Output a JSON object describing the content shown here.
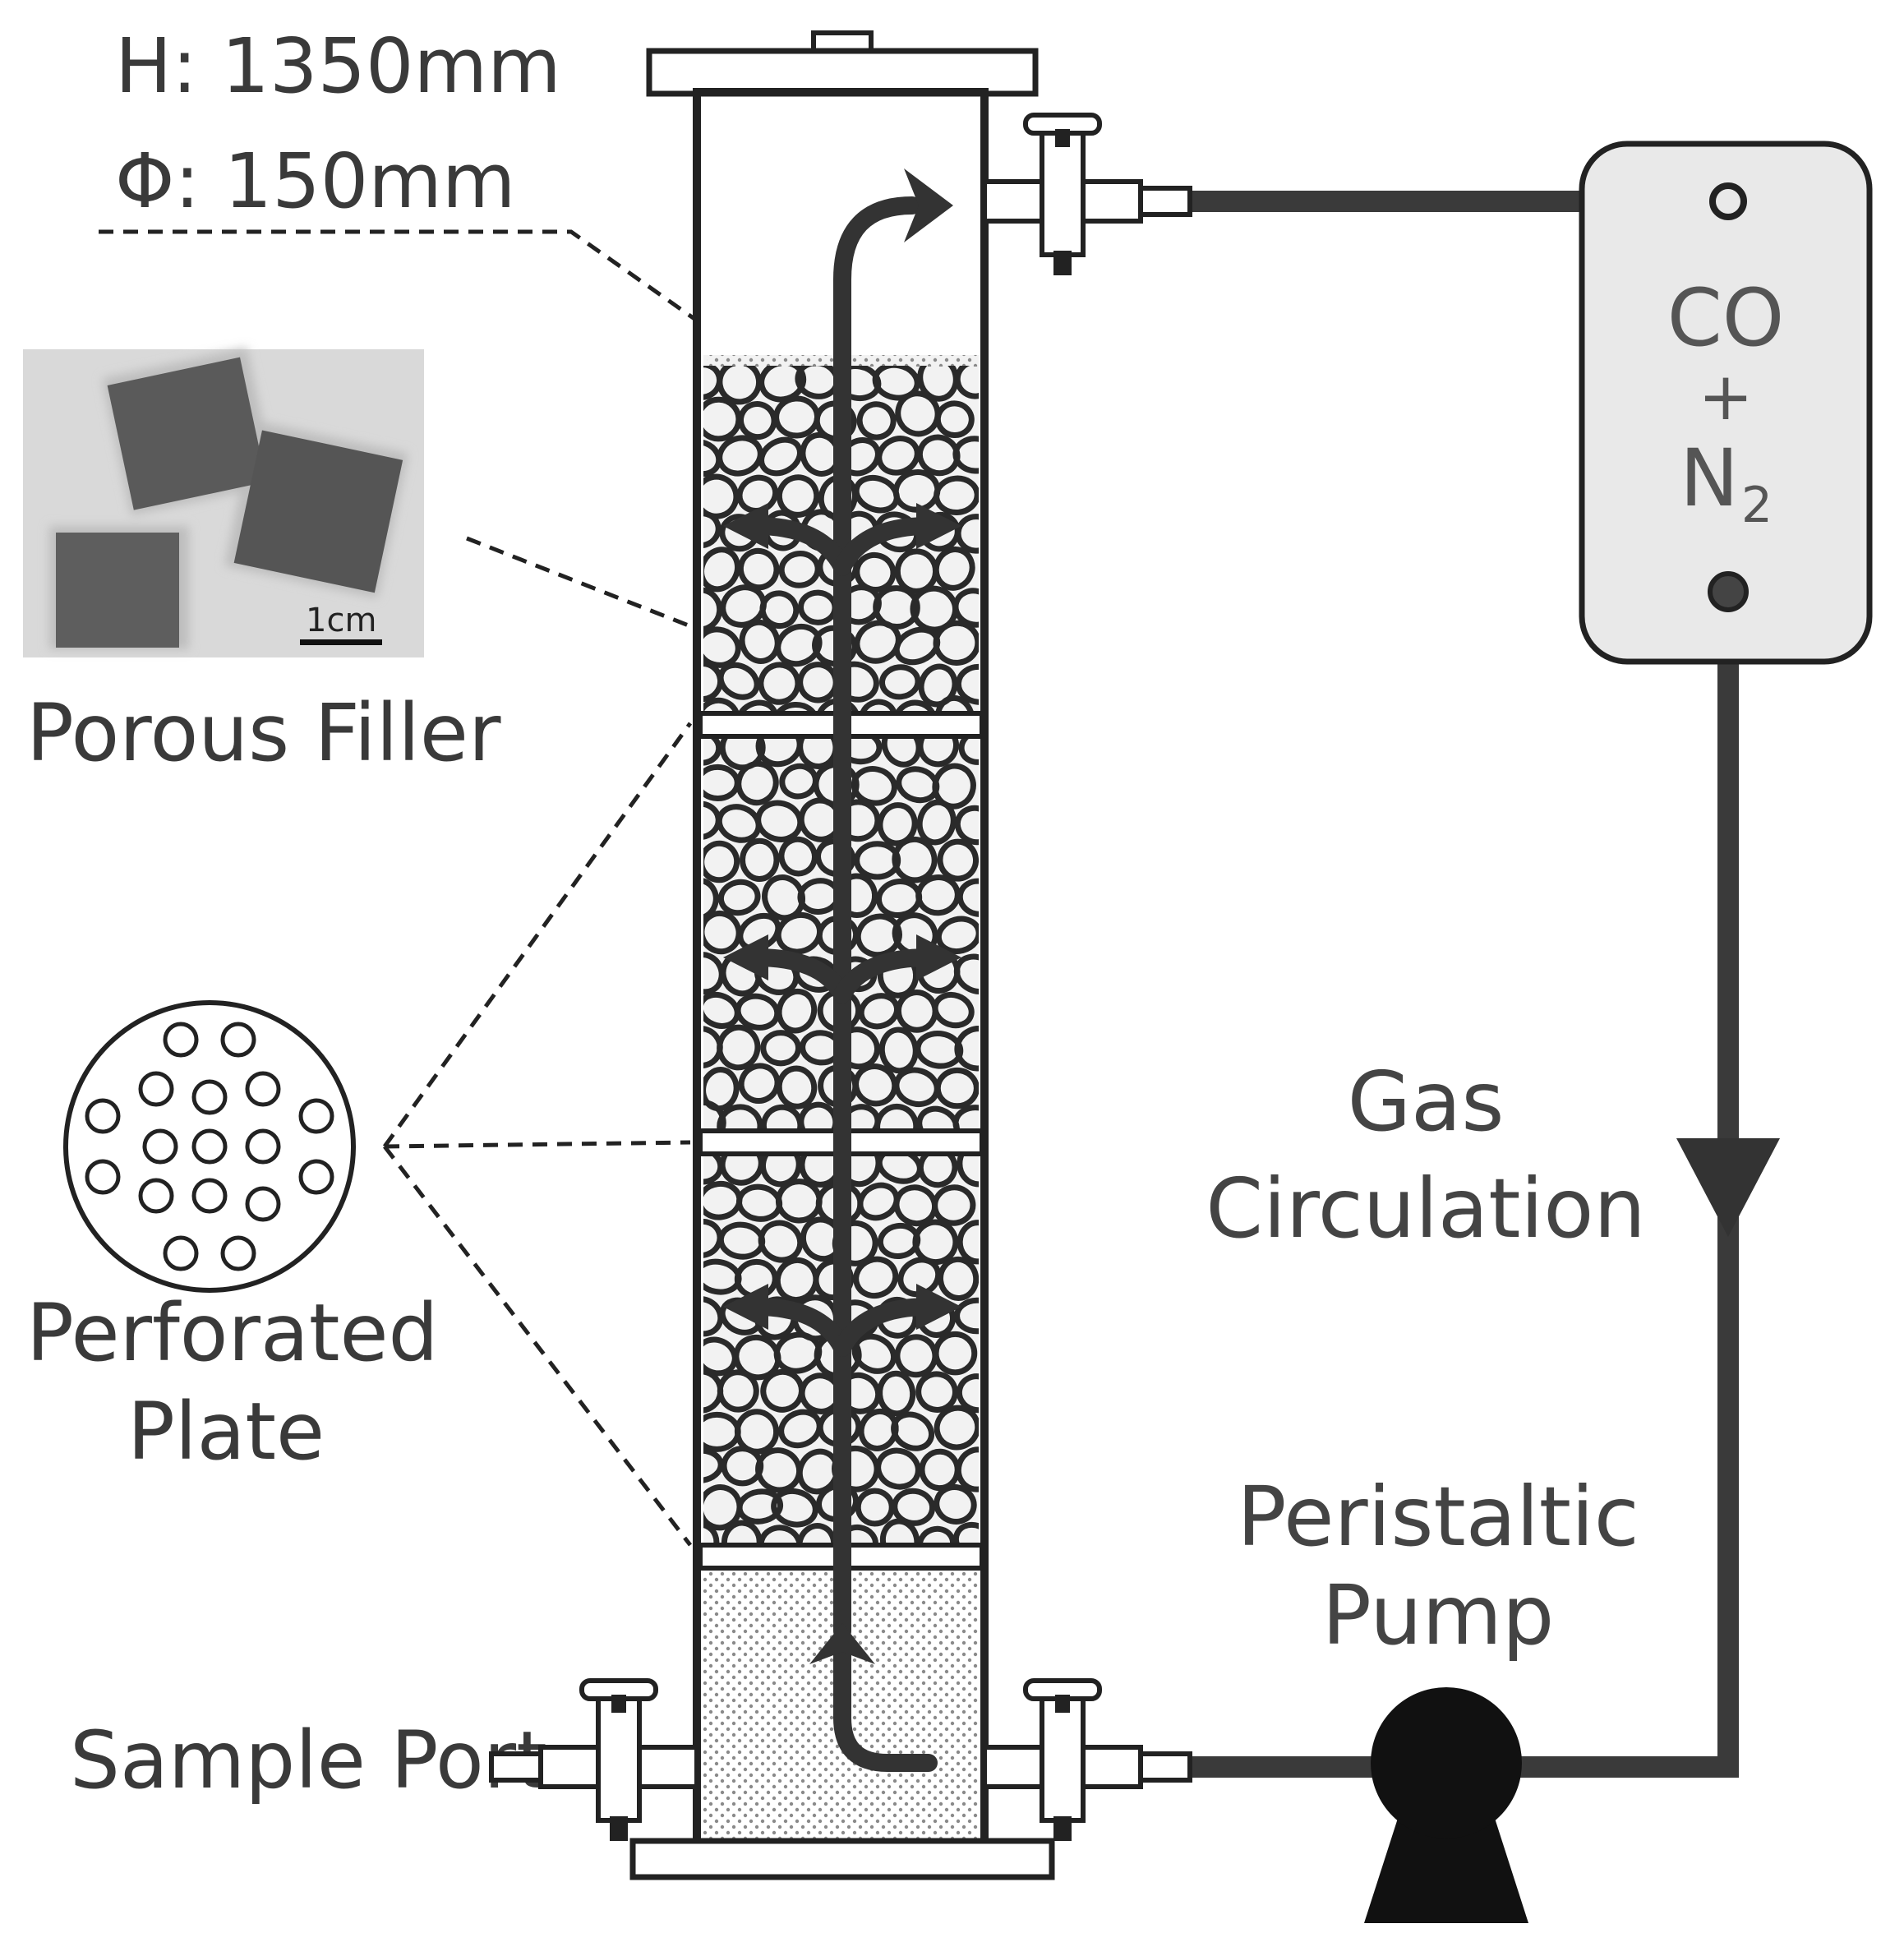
{
  "labels": {
    "height": "H: 1350mm",
    "diameter": "Φ: 150mm",
    "porous_filler": "Porous Filler",
    "scale_bar": "1cm",
    "perforated_plate_line1": "Perforated",
    "perforated_plate_line2": "Plate",
    "sample_port": "Sample Port",
    "gas_circulation_line1": "Gas",
    "gas_circulation_line2": "Circulation",
    "peristaltic_pump_line1": "Peristaltic",
    "peristaltic_pump_line2": "Pump",
    "gas_bag_line1": "CO",
    "gas_bag_line2": "+",
    "gas_bag_line3_main": "N",
    "gas_bag_line3_sub": "2"
  },
  "colors": {
    "stroke": "#222222",
    "pipe": "#3a3a3a",
    "bag_fill": "#e9e9e9",
    "photo_bg": "#d9d9d9",
    "filler_fill": "#f2f2f2",
    "liquid_dots": "#8a8a8a"
  },
  "icons": [
    "valve-icon",
    "pump-icon",
    "flow-arrow-icon",
    "gas-bag-icon"
  ]
}
